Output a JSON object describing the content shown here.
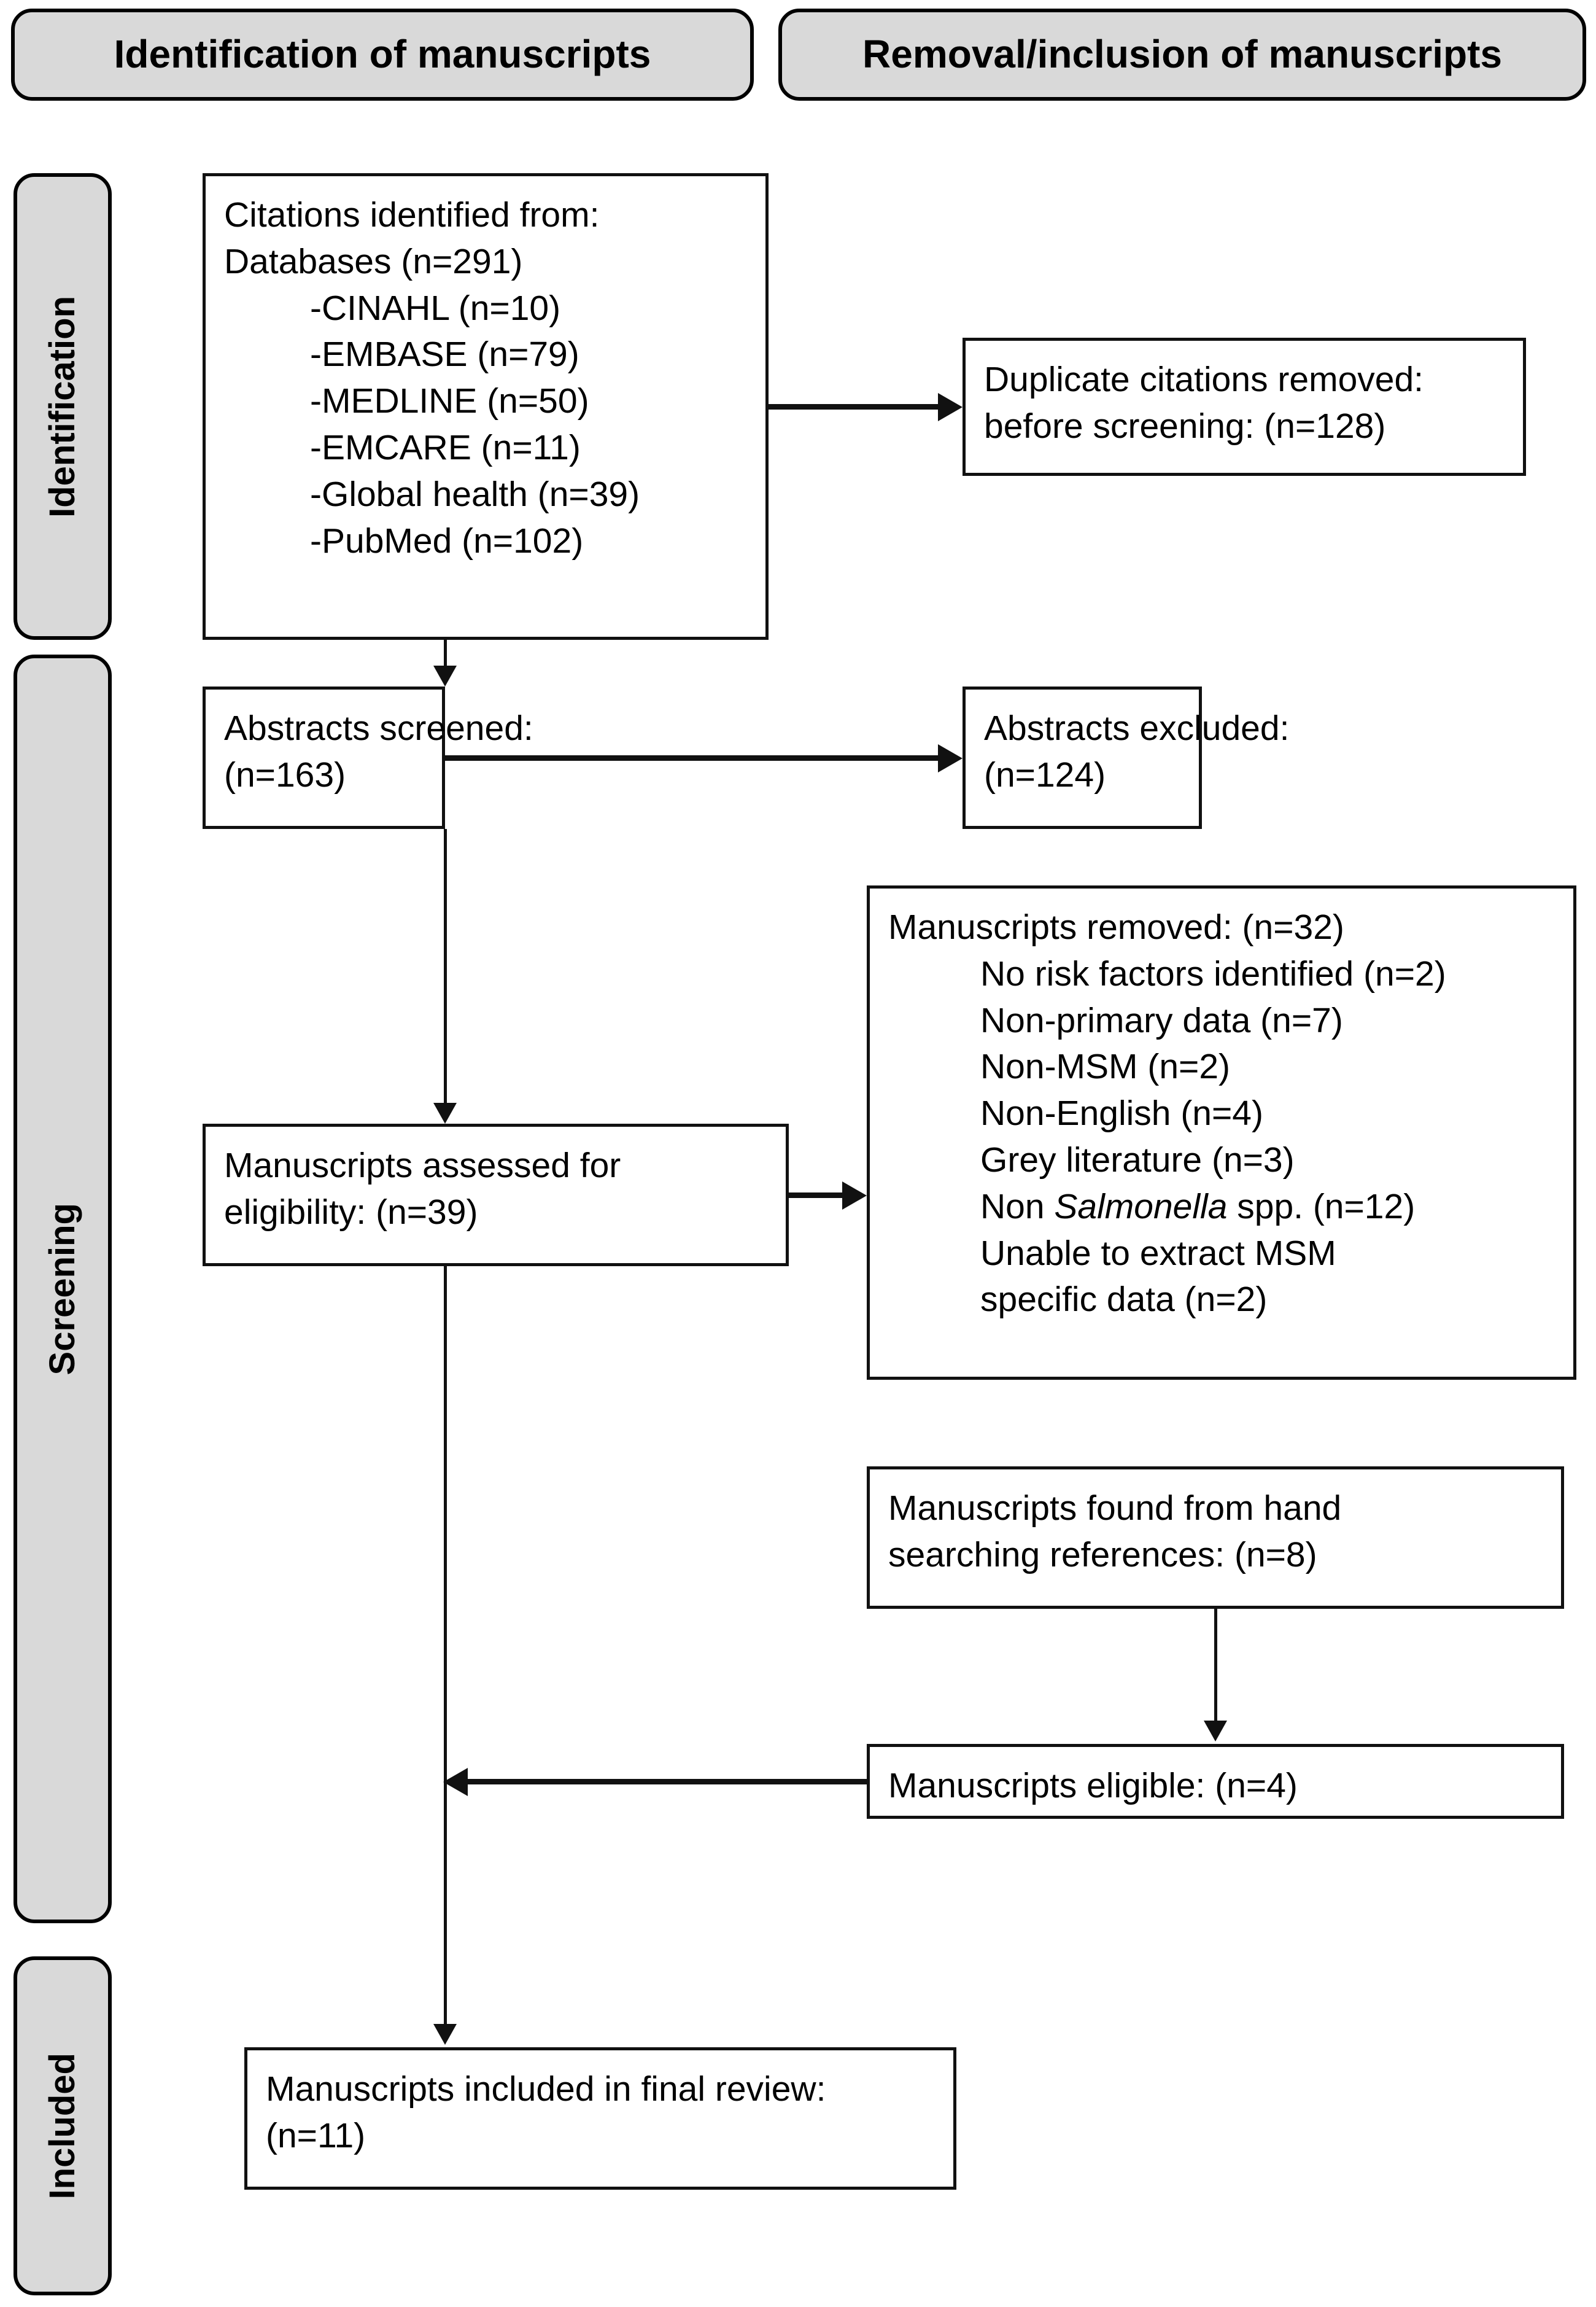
{
  "headers": {
    "left": "Identification of manuscripts",
    "right": "Removal/inclusion of manuscripts"
  },
  "stages": {
    "identification": "Identification",
    "screening": "Screening",
    "included": "Included"
  },
  "boxes": {
    "citations": {
      "l1": "Citations identified from:",
      "l2": "Databases (n=291)",
      "d1": "-CINAHL (n=10)",
      "d2": "-EMBASE (n=79)",
      "d3": "-MEDLINE (n=50)",
      "d4": "-EMCARE (n=11)",
      "d5": "-Global health (n=39)",
      "d6": "-PubMed (n=102)"
    },
    "duplicates": {
      "l1": "Duplicate citations removed:",
      "l2": "before screening: (n=128)"
    },
    "abstracts_screened": {
      "l1": "Abstracts screened:",
      "l2": "(n=163)"
    },
    "abstracts_excluded": {
      "l1": "Abstracts excluded:",
      "l2": "(n=124)"
    },
    "manuscripts_removed": {
      "l1": "Manuscripts removed: (n=32)",
      "r1": "No risk factors identified (n=2)",
      "r2": "Non-primary data (n=7)",
      "r3": "Non-MSM (n=2)",
      "r4": "Non-English (n=4)",
      "r5": "Grey literature (n=3)",
      "r6_pre": "Non ",
      "r6_ital": "Salmonella",
      "r6_post": " spp. (n=12)",
      "r7": "Unable to extract MSM",
      "r8": "specific data (n=2)"
    },
    "assessed": {
      "l1": "Manuscripts assessed for",
      "l2": "eligibility: (n=39)"
    },
    "hand_search": {
      "l1": "Manuscripts found from hand",
      "l2": "searching references: (n=8)"
    },
    "eligible": {
      "l1": "Manuscripts eligible: (n=4)"
    },
    "included_final": {
      "l1": "Manuscripts included in final review:",
      "l2": "(n=11)"
    }
  },
  "chart_data": {
    "type": "diagram",
    "title": "PRISMA flow diagram of manuscript identification, screening and inclusion",
    "nodes": [
      {
        "id": "citations",
        "stage": "Identification",
        "label": "Citations identified from: Databases",
        "n": 291
      },
      {
        "id": "cinahl",
        "stage": "Identification",
        "label": "CINAHL",
        "n": 10
      },
      {
        "id": "embase",
        "stage": "Identification",
        "label": "EMBASE",
        "n": 79
      },
      {
        "id": "medline",
        "stage": "Identification",
        "label": "MEDLINE",
        "n": 50
      },
      {
        "id": "emcare",
        "stage": "Identification",
        "label": "EMCARE",
        "n": 11
      },
      {
        "id": "global_health",
        "stage": "Identification",
        "label": "Global health",
        "n": 39
      },
      {
        "id": "pubmed",
        "stage": "Identification",
        "label": "PubMed",
        "n": 102
      },
      {
        "id": "duplicates_removed",
        "stage": "Identification",
        "label": "Duplicate citations removed before screening",
        "n": 128
      },
      {
        "id": "abstracts_screened",
        "stage": "Screening",
        "label": "Abstracts screened",
        "n": 163
      },
      {
        "id": "abstracts_excluded",
        "stage": "Screening",
        "label": "Abstracts excluded",
        "n": 124
      },
      {
        "id": "assessed_eligibility",
        "stage": "Screening",
        "label": "Manuscripts assessed for eligibility",
        "n": 39
      },
      {
        "id": "manuscripts_removed",
        "stage": "Screening",
        "label": "Manuscripts removed",
        "n": 32
      },
      {
        "id": "no_risk_factors",
        "stage": "Screening",
        "label": "No risk factors identified",
        "n": 2
      },
      {
        "id": "non_primary_data",
        "stage": "Screening",
        "label": "Non-primary data",
        "n": 7
      },
      {
        "id": "non_msm",
        "stage": "Screening",
        "label": "Non-MSM",
        "n": 2
      },
      {
        "id": "non_english",
        "stage": "Screening",
        "label": "Non-English",
        "n": 4
      },
      {
        "id": "grey_literature",
        "stage": "Screening",
        "label": "Grey literature",
        "n": 3
      },
      {
        "id": "non_salmonella",
        "stage": "Screening",
        "label": "Non Salmonella spp.",
        "n": 12
      },
      {
        "id": "unable_extract_msm",
        "stage": "Screening",
        "label": "Unable to extract MSM specific data",
        "n": 2
      },
      {
        "id": "hand_search_found",
        "stage": "Screening",
        "label": "Manuscripts found from hand searching references",
        "n": 8
      },
      {
        "id": "eligible",
        "stage": "Screening",
        "label": "Manuscripts eligible",
        "n": 4
      },
      {
        "id": "included_final",
        "stage": "Included",
        "label": "Manuscripts included in final review",
        "n": 11
      }
    ],
    "edges": [
      {
        "from": "citations",
        "to": "duplicates_removed",
        "direction": "right"
      },
      {
        "from": "citations",
        "to": "abstracts_screened",
        "direction": "down"
      },
      {
        "from": "abstracts_screened",
        "to": "abstracts_excluded",
        "direction": "right"
      },
      {
        "from": "abstracts_screened",
        "to": "assessed_eligibility",
        "direction": "down"
      },
      {
        "from": "assessed_eligibility",
        "to": "manuscripts_removed",
        "direction": "right"
      },
      {
        "from": "hand_search_found",
        "to": "eligible",
        "direction": "down"
      },
      {
        "from": "eligible",
        "to": "included_final",
        "direction": "left"
      },
      {
        "from": "assessed_eligibility",
        "to": "included_final",
        "direction": "down"
      }
    ],
    "colors": {
      "banner_fill": "#D9D9D9",
      "box_fill": "#FFFFFF",
      "stroke": "#111111"
    }
  }
}
